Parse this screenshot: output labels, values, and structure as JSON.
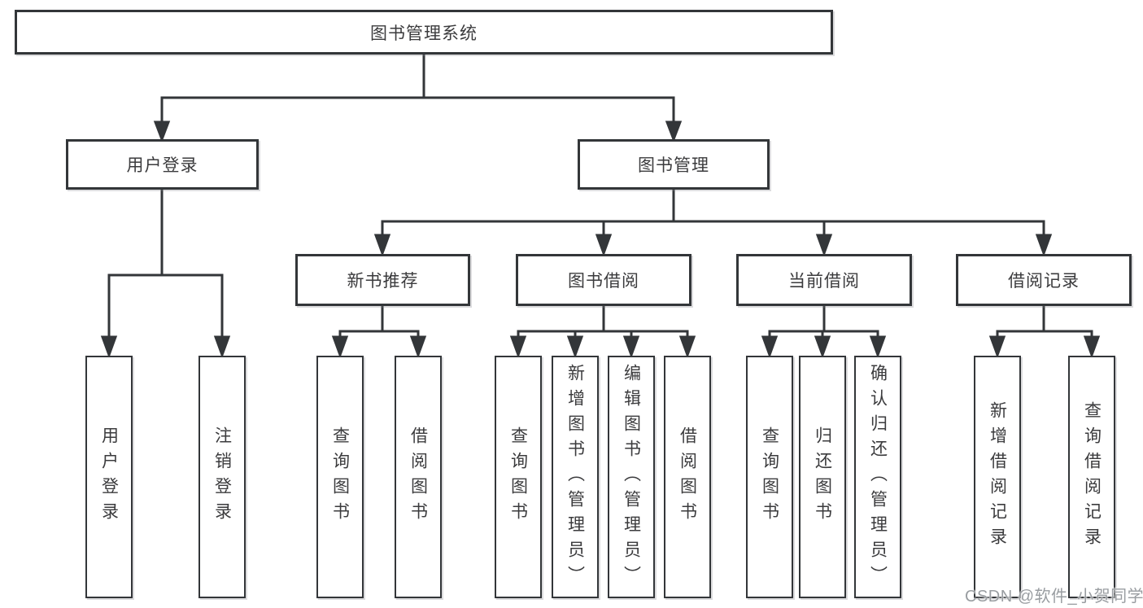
{
  "tree": {
    "root": {
      "label": "图书管理系统"
    },
    "level2": [
      {
        "label": "用户登录"
      },
      {
        "label": "图书管理"
      }
    ],
    "level3": [
      {
        "label": "新书推荐"
      },
      {
        "label": "图书借阅"
      },
      {
        "label": "当前借阅"
      },
      {
        "label": "借阅记录"
      }
    ],
    "groups": [
      {
        "parent": "用户登录",
        "children": [
          {
            "label": "用户登录"
          },
          {
            "label": "注销登录"
          }
        ]
      },
      {
        "parent": "新书推荐",
        "children": [
          {
            "label": "查询图书"
          },
          {
            "label": "借阅图书"
          }
        ]
      },
      {
        "parent": "图书借阅",
        "children": [
          {
            "label": "查询图书"
          },
          {
            "label": "新增图书（管理员）"
          },
          {
            "label": "编辑图书（管理员）"
          },
          {
            "label": "借阅图书"
          }
        ]
      },
      {
        "parent": "当前借阅",
        "children": [
          {
            "label": "查询图书"
          },
          {
            "label": "归还图书"
          },
          {
            "label": "确认归还（管理员）"
          }
        ]
      },
      {
        "parent": "借阅记录",
        "children": [
          {
            "label": "新增借阅记录"
          },
          {
            "label": "查询借阅记录"
          }
        ]
      }
    ]
  },
  "watermark": "CSDN @软件_小贺同学",
  "colors": {
    "line": "#333639",
    "text": "#3b3b3d",
    "box_background": "#ffffff",
    "watermark": "#999da1"
  }
}
